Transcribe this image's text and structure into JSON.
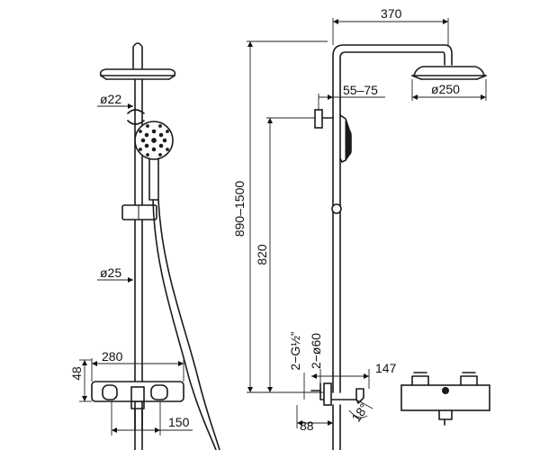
{
  "drawing": {
    "dimensions": {
      "head_arm_length": "370",
      "bracket_offset": "55–75",
      "head_diameter": "ø250",
      "total_height": "890–1500",
      "outlet_height": "820",
      "pipe_dia_top": "ø22",
      "pipe_dia_bottom": "ø25",
      "shelf_width": "280",
      "shelf_height": "48",
      "inlet_spacing": "150",
      "thread_spec": "2−G½”",
      "inlet_dia": "2−ø60",
      "spout_length": "147",
      "wall_offset": "88",
      "spout_angle": "18°"
    }
  }
}
